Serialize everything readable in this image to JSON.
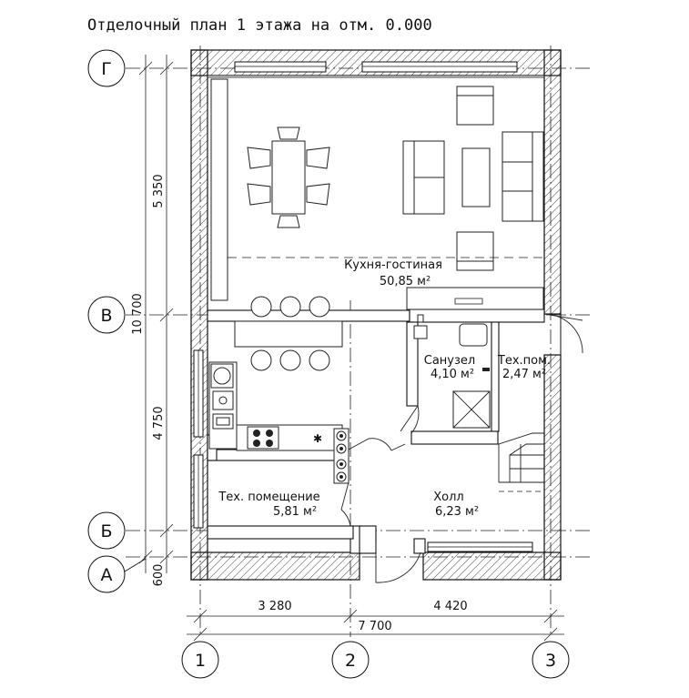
{
  "title": "Отделочный план 1 этажа на отм. 0.000",
  "axes": {
    "rows": [
      "Г",
      "В",
      "Б",
      "А"
    ],
    "cols": [
      "1",
      "2",
      "3"
    ]
  },
  "rooms": {
    "kitchen_name": "Кухня-гостиная",
    "kitchen_area": "50,85 м²",
    "bath_name": "Санузел",
    "bath_area": "4,10 м²",
    "techpom_name": "Тех.пом.",
    "techpom_area": "2,47 м²",
    "tech_name": "Тех. помещение",
    "tech_area": "5,81 м²",
    "hall_name": "Холл",
    "hall_area": "6,23 м²"
  },
  "dimensions": {
    "left_gv": "5 350",
    "left_total": "10 700",
    "left_vb": "4 750",
    "left_ba": "600",
    "bottom_12": "3 280",
    "bottom_23": "4 420",
    "bottom_total": "7 700"
  }
}
